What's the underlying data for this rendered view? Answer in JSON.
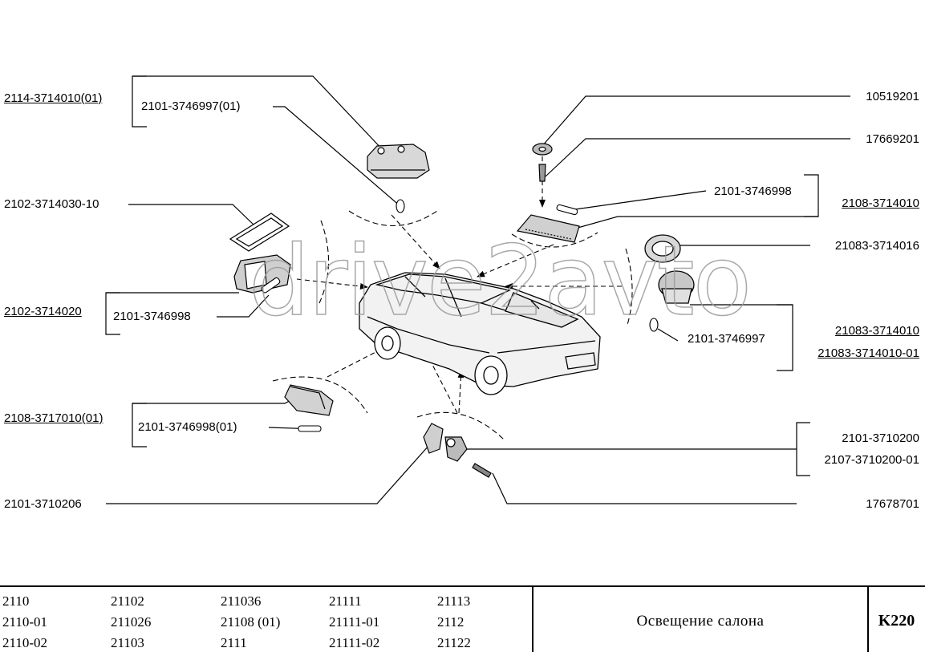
{
  "labels": {
    "p2114_3714010": "2114-3714010(01)",
    "p2101_3746997_01": "2101-3746997(01)",
    "p2102_3714030_10": "2102-3714030-10",
    "p2102_3714020": "2102-3714020",
    "p2101_3746998_left": "2101-3746998",
    "p2108_3717010": "2108-3717010(01)",
    "p2101_3746998_01": "2101-3746998(01)",
    "p2101_3710206": "2101-3710206",
    "p10519201": "10519201",
    "p17669201": "17669201",
    "p2101_3746998_right": "2101-3746998",
    "p2108_3714010": "2108-3714010",
    "p21083_3714016": "21083-3714016",
    "p2101_3746997": "2101-3746997",
    "p21083_3714010": "21083-3714010",
    "p21083_3714010_01": "21083-3714010-01",
    "p2101_3710200": "2101-3710200",
    "p2107_3710200_01": "2107-3710200-01",
    "p17678701": "17678701",
    "watermark": "drive2avto"
  },
  "footer": {
    "models": [
      [
        "2110",
        "2110-01",
        "2110-02"
      ],
      [
        "21102",
        "211026",
        "21103"
      ],
      [
        "211036",
        "21108 (01)",
        "2111"
      ],
      [
        "21111",
        "21111-01",
        "21111-02"
      ],
      [
        "21113",
        "2112",
        "21122"
      ]
    ],
    "title": "Освещение салона",
    "code": "K220"
  }
}
